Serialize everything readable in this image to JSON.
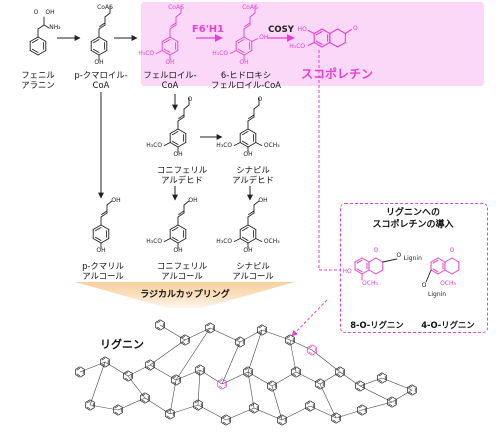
{
  "compounds": {
    "phenylalanine": "フェニル\nアラニン",
    "p_coumaroyl_coa": "p-クマロイル-\nCoA",
    "feruloyl_coa": "フェルロイル-\nCoA",
    "hydroxyferuloyl_coa": "6-ヒドロキシ\nフェルロイル-CoA",
    "scopoletin": "スコポレチン",
    "coniferaldehyde": "コニフェリル\nアルデヒド",
    "sinapaldehyde": "シナピル\nアルデヒド",
    "p_coumaryl_alcohol": "p-クマリル\nアルコール",
    "coniferyl_alcohol": "コニフェリル\nアルコール",
    "sinapyl_alcohol": "シナピル\nアルコール"
  },
  "enzymes": {
    "f6h1": "F6'H1",
    "cosy": "COSY"
  },
  "atoms": {
    "oh": "OH",
    "nh2": "NH₂",
    "o": "O",
    "coas": "CoAS",
    "ho": "HO",
    "h3co": "H₃CO",
    "och3": "OCH₃",
    "lignin": "Lignin"
  },
  "process": {
    "radical_coupling": "ラジカルカップリング"
  },
  "inset": {
    "title": "リグニンへの\nスコポレチンの導入",
    "label_8o": "8-O-リグニン",
    "label_4o": "4-O-リグニン"
  },
  "polymer": {
    "title": "リグニン"
  },
  "colors": {
    "highlight": "#e93fd7",
    "highlight_bg": "#fbd8f8",
    "band": "#f7cf9f"
  }
}
